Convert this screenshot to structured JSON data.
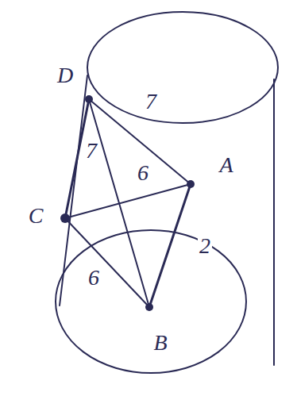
{
  "diagram": {
    "labels": [
      "D",
      "C",
      "A",
      "B",
      "7",
      "7",
      "6",
      "2",
      "6"
    ]
  }
}
